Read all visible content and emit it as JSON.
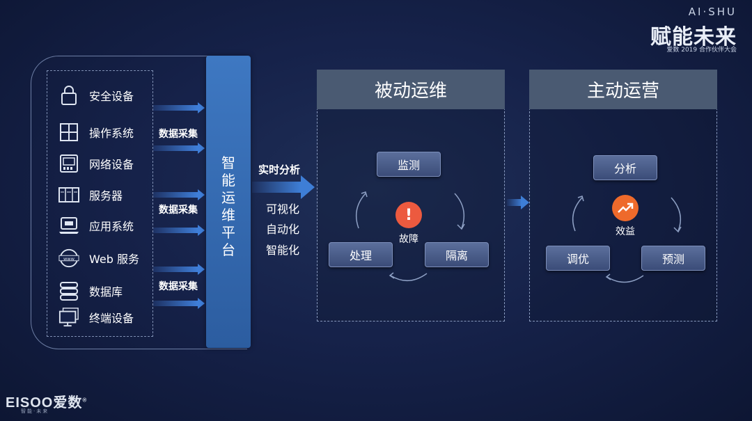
{
  "brand": {
    "top_en": "AI·SHU",
    "top_cn": "赋能未来",
    "top_sub": "爱数 2019 合作伙伴大会",
    "logo": "EISOO爱数",
    "logo_reg": "®",
    "logo_sub": "智能·未来"
  },
  "devices": [
    {
      "label": "安全设备",
      "icon": "lock-icon"
    },
    {
      "label": "操作系统",
      "icon": "windows-icon"
    },
    {
      "label": "网络设备",
      "icon": "network-device-icon"
    },
    {
      "label": "服务器",
      "icon": "server-icon"
    },
    {
      "label": "应用系统",
      "icon": "laptop-icon"
    },
    {
      "label": "Web 服务",
      "icon": "www-icon"
    },
    {
      "label": "数据库",
      "icon": "database-icon"
    },
    {
      "label": "终端设备",
      "icon": "monitor-icon"
    }
  ],
  "collect_label": "数据采集",
  "platform": "智\n能\n运\n维\n平\n台",
  "realtime": {
    "title": "实时分析",
    "items": [
      "可视化",
      "自动化",
      "智能化"
    ]
  },
  "passive": {
    "title": "被动运维",
    "top": "监测",
    "left": "处理",
    "right": "隔离",
    "center_mark": "!",
    "center_label": "故障"
  },
  "active": {
    "title": "主动运营",
    "top": "分析",
    "left": "调优",
    "right": "预测",
    "center_label": "效益"
  },
  "colors": {
    "accent": "#3e7ed6",
    "alert": "#ec5a3f",
    "gain": "#ee6a2b",
    "panel_head": "#4a5a72"
  }
}
